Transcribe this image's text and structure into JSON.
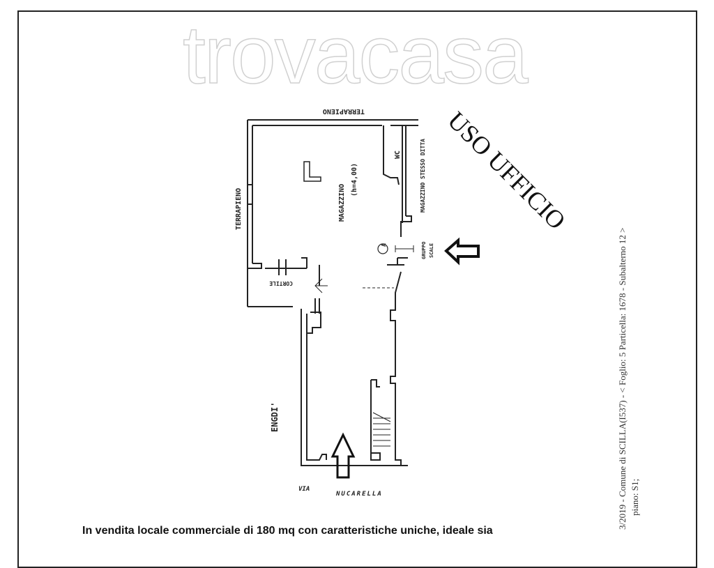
{
  "plan": {
    "labels": {
      "terrapieno_top": "TERRAPIENO",
      "terrapieno_left": "TERRAPIENO",
      "magazzino": "MAGAZZINO",
      "height": "(h=4,00)",
      "room_letter": "L",
      "wc": "WC",
      "magazzino_ditta": "MAGAZZINO STESSO DITTA",
      "gruppo": "GRUPPO",
      "scale": "SCALE",
      "marker": "A",
      "cortile": "CORTILE",
      "eredi": "ENGDI'",
      "via": "VIA",
      "street": "NUCARELLA"
    },
    "stamp": "USO UFFICIO"
  },
  "watermark": "trovacasa",
  "side_text": {
    "line1": "3/2019 - Comune di SCILLA(I537) - < Foglio: 5 Particella: 1678 - Subalterno 12 >",
    "line2": "piano: S1;"
  },
  "caption": "In vendita locale commerciale di 180 mq con caratteristiche uniche, ideale sia"
}
